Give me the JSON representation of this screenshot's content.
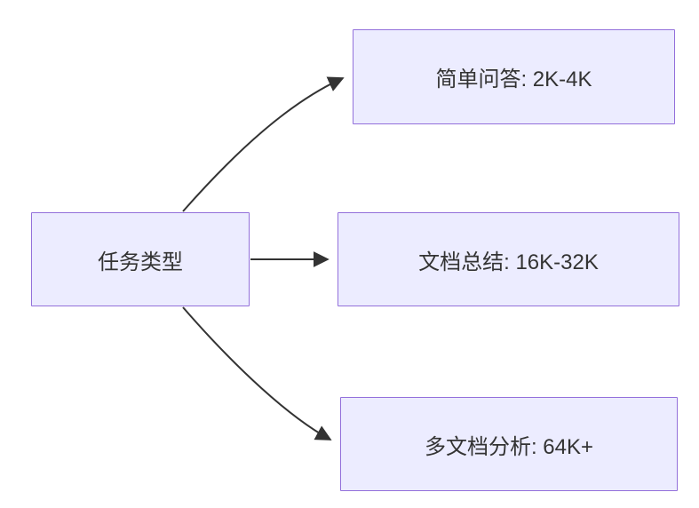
{
  "diagram": {
    "type": "flowchart-left-right",
    "root": {
      "label": "任务类型"
    },
    "nodes": [
      {
        "id": "simple-qa",
        "label": "简单问答: 2K-4K"
      },
      {
        "id": "doc-summary",
        "label": "文档总结: 16K-32K"
      },
      {
        "id": "multi-doc",
        "label": "多文档分析: 64K+"
      }
    ],
    "edges": [
      {
        "from": "root",
        "to": "simple-qa"
      },
      {
        "from": "root",
        "to": "doc-summary"
      },
      {
        "from": "root",
        "to": "multi-doc"
      }
    ],
    "colors": {
      "node_fill": "#ECECFF",
      "node_border": "#9370DB",
      "edge": "#333333",
      "text": "#333333",
      "background": "#ffffff"
    }
  }
}
